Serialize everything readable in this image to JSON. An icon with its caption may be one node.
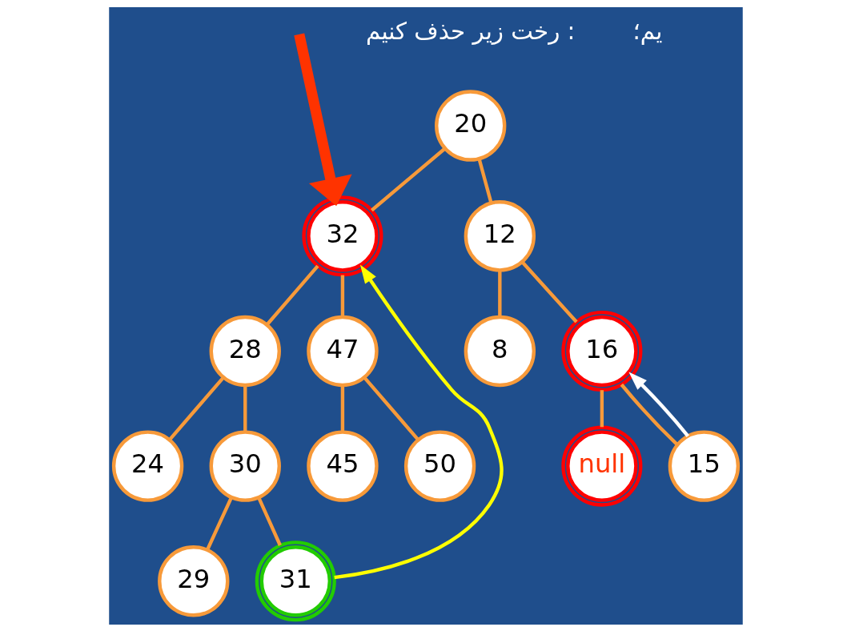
{
  "diagram": {
    "nodes": [
      {
        "text": [
          "20"
        ]
      },
      {
        "text": [
          "12"
        ]
      },
      {
        "text": [
          "32"
        ]
      },
      {
        "text": [
          "8"
        ]
      },
      {
        "text": [
          "16"
        ]
      },
      {
        "text": [
          "28"
        ]
      },
      {
        "text": [
          "47"
        ]
      },
      {
        "text": [
          "null"
        ]
      },
      {
        "text": [
          "15"
        ]
      },
      {
        "text": [
          "24"
        ]
      },
      {
        "text": [
          "30"
        ]
      },
      {
        "text": [
          "45"
        ]
      },
      {
        "text": [
          "50"
        ]
      },
      {
        "text": [
          "29"
        ]
      },
      {
        "text": [
          "31"
        ]
      }
    ],
    "edges": [
      {
        "from": 0,
        "to": 1,
        "arrow": "none"
      },
      {
        "from": 0,
        "to": 2,
        "arrow": "none"
      },
      {
        "from": 1,
        "to": 3,
        "arrow": "none"
      },
      {
        "from": 1,
        "to": 4,
        "arrow": "none"
      },
      {
        "from": 2,
        "to": 5,
        "arrow": "none"
      },
      {
        "from": 2,
        "to": 6,
        "arrow": "none"
      },
      {
        "from": 4,
        "to": 7,
        "arrow": "none"
      },
      {
        "from": 4,
        "to": 8,
        "arrow": "none"
      },
      {
        "from": 5,
        "to": 9,
        "arrow": "none"
      },
      {
        "from": 5,
        "to": 10,
        "arrow": "none"
      },
      {
        "from": 6,
        "to": 11,
        "arrow": "none"
      },
      {
        "from": 6,
        "to": 12,
        "arrow": "none"
      },
      {
        "from": 10,
        "to": 13,
        "arrow": "none"
      },
      {
        "from": 10,
        "to": 14,
        "arrow": "none"
      },
      {
        "from": 8,
        "to": 4,
        "arrow": "to",
        "color": "#ffffff"
      },
      {
        "from": 14,
        "to": 2,
        "arrow": "to",
        "color": "#ffff00"
      },
      {
        "from": null,
        "to": 2,
        "arrow": "to",
        "style": "thick",
        "color": "#ff3300"
      }
    ],
    "labels": [
      "رخت زیر حذف کنیم :",
      "یم؛"
    ]
  }
}
